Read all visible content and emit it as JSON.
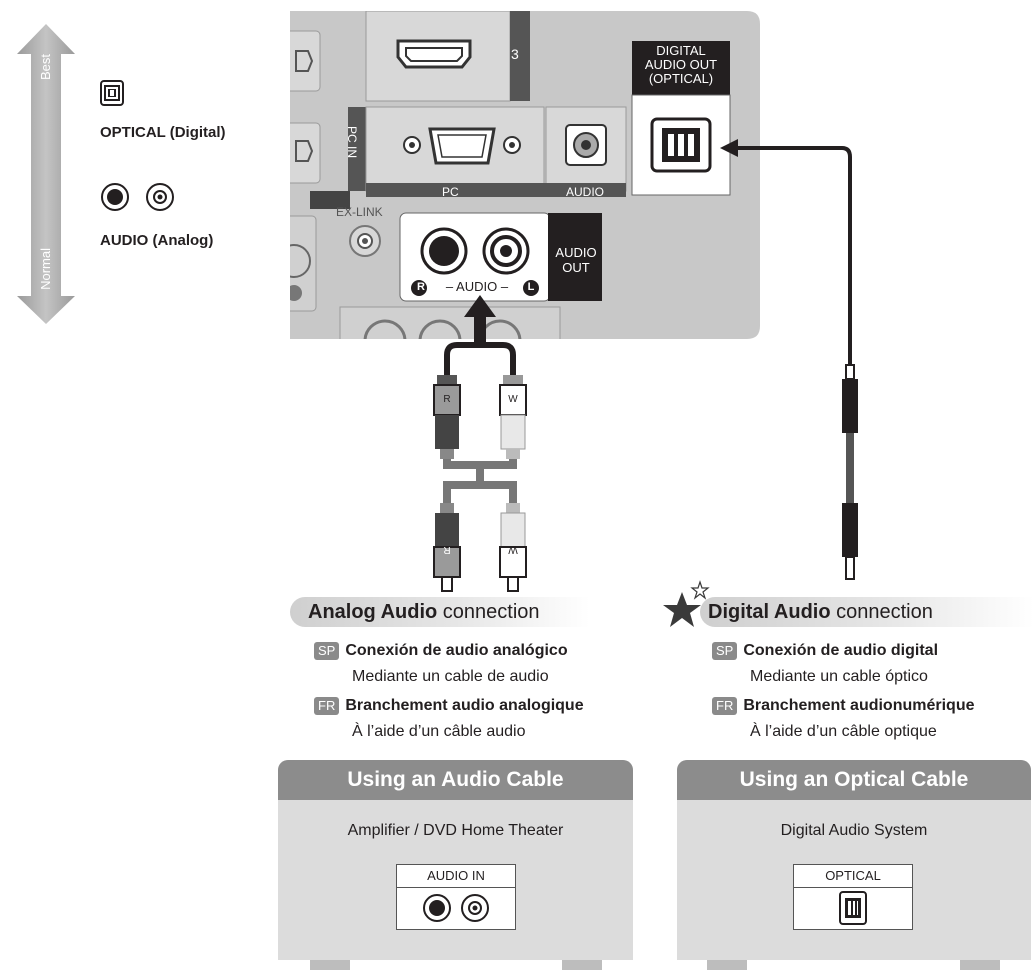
{
  "quality_scale": {
    "top": "Best",
    "bottom": "Normal"
  },
  "legend": {
    "optical_label": "OPTICAL (Digital)",
    "audio_label": "AUDIO (Analog)",
    "optical_icon": "optical-port-icon",
    "audio_icon": "rca-jack-icon"
  },
  "panel": {
    "hdmi_number": "3",
    "pc_in_label": "PC IN",
    "pc_label": "PC",
    "audio_label": "AUDIO",
    "ex_link_label": "EX-LINK",
    "audio_out_label_line1": "AUDIO",
    "audio_out_label_line2": "OUT",
    "audio_r_badge": "R",
    "audio_mid_label": "– AUDIO –",
    "audio_l_badge": "L",
    "digital_out_line1": "DIGITAL",
    "digital_out_line2": "AUDIO OUT",
    "digital_out_line3": "(OPTICAL)"
  },
  "cables": {
    "plug_r_label": "R",
    "plug_w_label": "W"
  },
  "analog": {
    "title_bold": "Analog Audio",
    "title_rest": " connection",
    "sp_badge": "SP",
    "sp_title": "Conexión de audio analógico",
    "sp_sub": "Mediante un cable de audio",
    "fr_badge": "FR",
    "fr_title": "Branchement audio analogique",
    "fr_sub": "À l’aide d’un câble audio",
    "box_title": "Using an Audio Cable",
    "device_name": "Amplifier / DVD Home Theater",
    "port_label": "AUDIO IN"
  },
  "digital": {
    "title_bold": "Digital Audio",
    "title_rest": " connection",
    "sp_badge": "SP",
    "sp_title": "Conexión de audio digital",
    "sp_sub": "Mediante un cable óptico",
    "fr_badge": "FR",
    "fr_title": "Branchement audionumérique",
    "fr_sub": "À l’aide d’un câble optique",
    "box_title": "Using an Optical Cable",
    "device_name": "Digital Audio System",
    "port_label": "OPTICAL",
    "star_icon": "star-icon"
  },
  "colors": {
    "panel_gray": "#c8c8c8",
    "dark_label": "#231f20",
    "badge_gray": "#8a8a8a",
    "box_head": "#8c8c8c",
    "box_body": "#dcdcdc"
  }
}
